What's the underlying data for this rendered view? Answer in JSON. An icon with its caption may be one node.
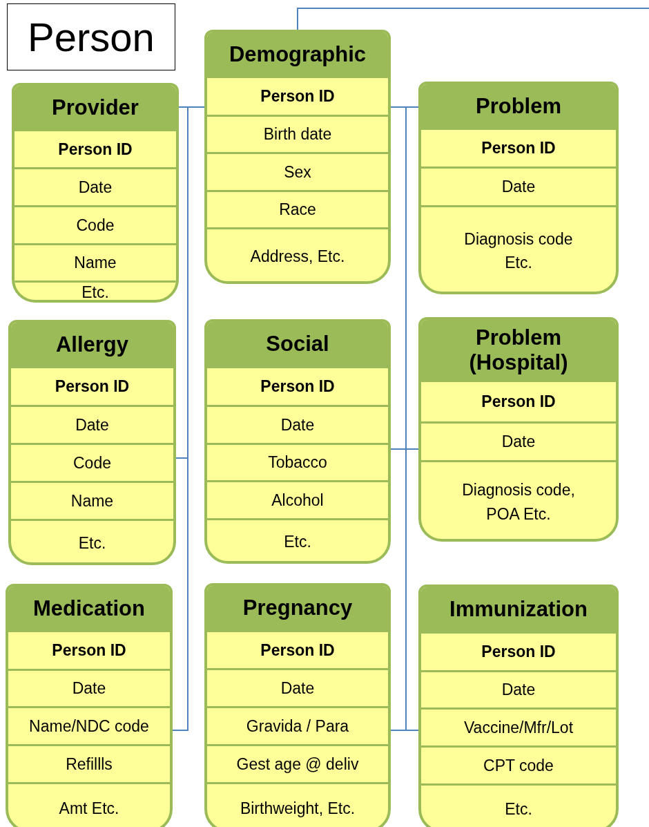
{
  "diagram": {
    "nodes": [
      {
        "text": [
          "Person"
        ]
      },
      {
        "text": [
          "Provider",
          "Person ID",
          "Date",
          "Code",
          "Name",
          "Etc."
        ]
      },
      {
        "text": [
          "Demographic",
          "Person ID",
          "Birth date",
          "Sex",
          "Race",
          "Address, Etc."
        ]
      },
      {
        "text": [
          "Problem",
          "Person ID",
          "Date",
          "Diagnosis code Etc."
        ]
      },
      {
        "text": [
          "Allergy",
          "Person ID",
          "Date",
          "Code",
          "Name",
          "Etc."
        ]
      },
      {
        "text": [
          "Social",
          "Person ID",
          "Date",
          "Tobacco",
          "Alcohol",
          "Etc."
        ]
      },
      {
        "text": [
          "Problem (Hospital)",
          "Person ID",
          "Date",
          "Diagnosis code, POA Etc."
        ]
      },
      {
        "text": [
          "Medication",
          "Person ID",
          "Date",
          "Name/NDC code",
          "Refillls",
          "Amt Etc."
        ]
      },
      {
        "text": [
          "Pregnancy",
          "Person ID",
          "Date",
          "Gravida / Para",
          "Gest age @ deliv",
          "Birthweight, Etc."
        ]
      },
      {
        "text": [
          "Immunization",
          "Person ID",
          "Date",
          "Vaccine/Mfr/Lot",
          "CPT code",
          "Etc."
        ]
      }
    ],
    "edges": [
      {
        "from": 2,
        "to": 1,
        "arrow": "none"
      },
      {
        "from": 2,
        "to": 4,
        "arrow": "none"
      },
      {
        "from": 2,
        "to": 7,
        "arrow": "none"
      },
      {
        "from": 2,
        "to": 3,
        "arrow": "none"
      },
      {
        "from": 2,
        "to": 6,
        "arrow": "none"
      },
      {
        "from": 2,
        "to": 5,
        "arrow": "none"
      },
      {
        "from": 2,
        "to": 8,
        "arrow": "none"
      },
      {
        "from": 2,
        "to": 9,
        "arrow": "none"
      },
      {
        "from": 2,
        "to": null,
        "arrow": "none"
      }
    ]
  }
}
